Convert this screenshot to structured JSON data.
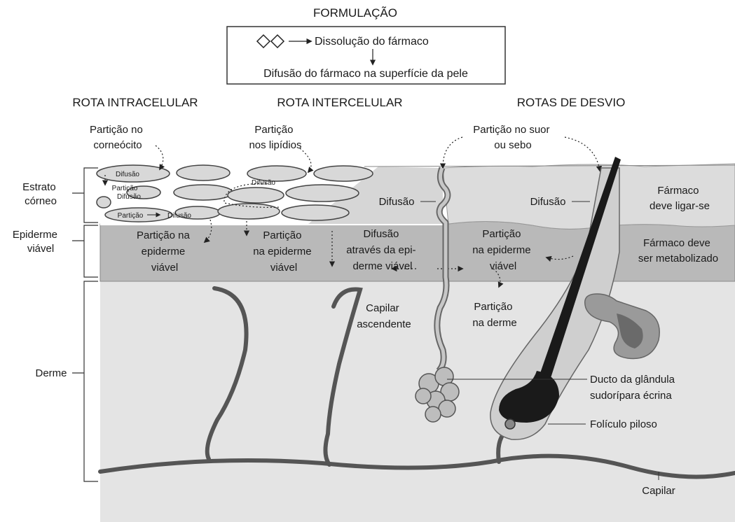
{
  "formulation": {
    "title": "FORMULAÇÃO",
    "dissolution": "Dissolução do fármaco",
    "surface_diffusion": "Difusão do fármaco na superfície da pele"
  },
  "routes": {
    "intracellular": "ROTA INTRACELULAR",
    "intercellular": "ROTA INTERCELULAR",
    "shunt": "ROTAS DE DESVIO"
  },
  "layers": {
    "stratum_corneum": [
      "Estrato",
      "córneo"
    ],
    "viable_epidermis": [
      "Epiderme",
      "viável"
    ],
    "dermis": "Derme"
  },
  "labels": {
    "partition_corneocyte": [
      "Partição no",
      "corneócito"
    ],
    "partition_lipids": [
      "Partição",
      "nos lipídios"
    ],
    "partition_sweat": [
      "Partição no suor",
      "ou sebo"
    ],
    "sc_diffusion_1": "Difusão",
    "sc_partition": "Partição",
    "sc_diffusion_2": "Difusão",
    "sc_partition_2": "Partição",
    "sc_diffusion_3": "Difusão",
    "sc_diffusion_lipid": "Difusão",
    "diffusion_duct": "Difusão",
    "diffusion_hair": "Difusão",
    "drug_bind": [
      "Fármaco",
      "deve ligar-se"
    ],
    "drug_metab": [
      "Fármaco deve",
      "ser metabolizado"
    ],
    "partition_epi_1": [
      "Partição na",
      "epiderme",
      "viável"
    ],
    "partition_epi_2": [
      "Partição",
      "na epiderme",
      "viável"
    ],
    "diffusion_epi": [
      "Difusão",
      "através da epi-",
      "derme viável"
    ],
    "partition_epi_3": [
      "Partição",
      "na epiderme",
      "viável"
    ],
    "ascending_capillary": [
      "Capilar",
      "ascendente"
    ],
    "partition_dermis": [
      "Partição",
      "na derme"
    ],
    "eccrine_duct": [
      "Ducto da glândula",
      "sudorípara écrina"
    ],
    "hair_follicle": "Folículo piloso",
    "capillary": "Capilar"
  }
}
